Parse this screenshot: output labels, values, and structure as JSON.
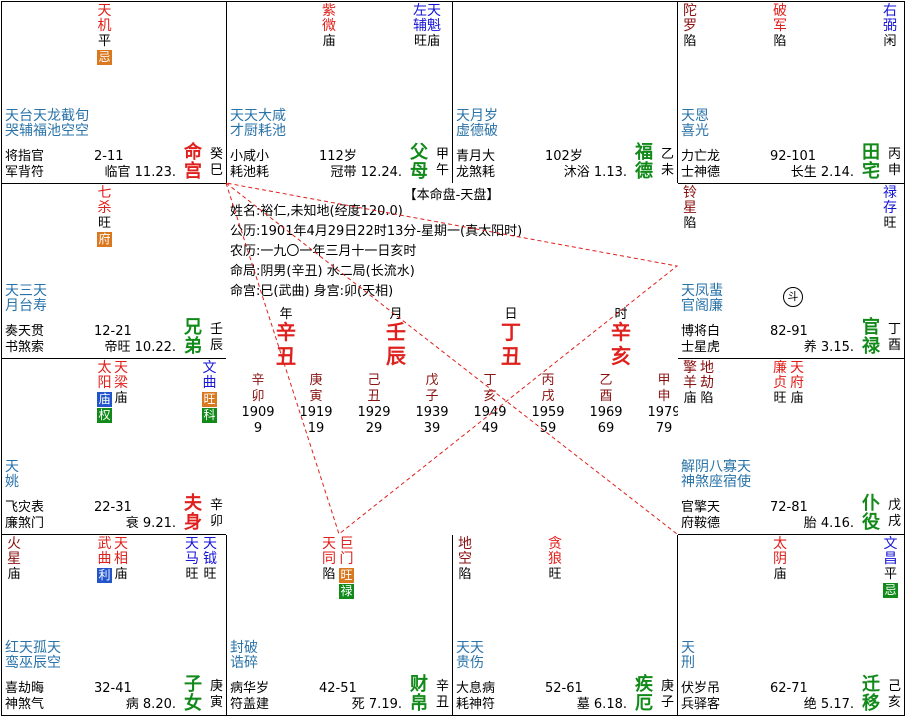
{
  "colors": {
    "red": "#e0201c",
    "blue": "#1515d8",
    "teal": "#2a73a8",
    "green": "#118a1a",
    "orange": "#d9781f",
    "lavender": "#2255cc"
  },
  "palaces": {
    "si": {
      "stars": [
        {
          "t": "天机",
          "c": "red",
          "b": "平",
          "h": "忌",
          "hc": "orange"
        }
      ],
      "minor": [
        "天哭",
        "台天",
        "天辅",
        "龙福",
        "截池",
        "旬空",
        "空"
      ],
      "minor_cols": [
        [
          "天",
          "哭"
        ],
        [
          "台",
          "辅"
        ],
        [
          "天",
          "福"
        ],
        [
          "龙",
          "池"
        ],
        [
          "截",
          "空"
        ],
        [
          "旬",
          "空"
        ]
      ],
      "row1": "将指官",
      "row1b": "2-11",
      "row2": "军背符",
      "row2b": "临官 11.23.",
      "palace": [
        "命",
        "宫"
      ],
      "gz": [
        "癸",
        "巳"
      ],
      "pc": "red"
    },
    "wu": {
      "stars": [
        {
          "t": "紫微",
          "c": "red",
          "b": "庙"
        },
        {
          "t": "左天辅魁",
          "c": "blue",
          "b": "旺庙"
        }
      ],
      "minor_cols": [
        [
          "天",
          "才"
        ],
        [
          "天",
          "厨"
        ],
        [
          "大",
          "耗"
        ],
        [
          "咸",
          "池"
        ]
      ],
      "row1": "小咸小",
      "row1b": "112岁",
      "row2": "耗池耗",
      "row2b": "冠带 12.24.",
      "palace": [
        "父",
        "母"
      ],
      "gz": [
        "甲",
        "午"
      ],
      "pc": "green"
    },
    "wei": {
      "stars": [],
      "minor_cols": [
        [
          "天",
          "虚"
        ],
        [
          "月",
          "德"
        ],
        [
          "岁",
          "破"
        ]
      ],
      "row1": "青月大",
      "row1b": "102岁",
      "row2": "龙煞耗",
      "row2b": "沐浴 1.13.",
      "palace": [
        "福",
        "德"
      ],
      "gz": [
        "乙",
        "未"
      ],
      "pc": "green"
    },
    "shen": {
      "stars": [
        {
          "t": "陀罗",
          "c": "dkred",
          "b": "陷"
        },
        {
          "t": "破军",
          "c": "red",
          "b": "陷"
        },
        {
          "t": "右弼",
          "c": "blue",
          "b": "闲"
        }
      ],
      "minor_cols": [
        [
          "天",
          "喜"
        ],
        [
          "恩",
          "光"
        ]
      ],
      "row1": "力亡龙",
      "row1b": "92-101",
      "row2": "士神德",
      "row2b": "长生 2.14.",
      "palace": [
        "田",
        "宅"
      ],
      "gz": [
        "丙",
        "申"
      ],
      "pc": "green"
    },
    "chen": {
      "stars": [
        {
          "t": "七杀",
          "c": "red",
          "b": "旺",
          "h": "府",
          "hc": "orange"
        }
      ],
      "minor_cols": [
        [
          "天",
          "月"
        ],
        [
          "三",
          "台"
        ],
        [
          "天",
          "寿"
        ]
      ],
      "row1": "奏天贯",
      "row1b": "12-21",
      "row2": "书煞索",
      "row2b": "帝旺 10.22.",
      "palace": [
        "兄",
        "弟"
      ],
      "gz": [
        "壬",
        "辰"
      ],
      "pc": "green"
    },
    "you": {
      "stars": [
        {
          "t": "铃星",
          "c": "dkred",
          "b": "陷"
        },
        {
          "t": "禄存",
          "c": "blue",
          "b": "旺"
        }
      ],
      "minor_cols": [
        [
          "天",
          "官"
        ],
        [
          "凤",
          "阁"
        ],
        [
          "蜚",
          "廉"
        ]
      ],
      "row1": "博将白",
      "row1b": "82-91",
      "row2": "士星虎",
      "row2b": "养 3.15.",
      "palace": [
        "官",
        "禄"
      ],
      "gz": [
        "丁",
        "酉"
      ],
      "pc": "green",
      "dou": "斗"
    },
    "mao": {
      "stars": [
        {
          "t": "太阳",
          "c": "red",
          "b": "",
          "h": "庙",
          "hc": "lavender",
          "h2": "权",
          "h2c": "green"
        },
        {
          "t": "天梁",
          "c": "red",
          "b": "庙"
        },
        {
          "t": "文曲",
          "c": "blue",
          "b": "",
          "h": "旺",
          "hc": "orange",
          "h2": "科",
          "h2c": "green"
        }
      ],
      "minor_cols": [
        [
          "天",
          "姚"
        ]
      ],
      "row1": "飞灾表",
      "row1b": "22-31",
      "row2": "廉煞门",
      "row2b": "衰 9.21.",
      "palace": [
        "夫",
        "身"
      ],
      "gz": [
        "辛",
        "卯"
      ],
      "pc": "red"
    },
    "xu": {
      "stars": [
        {
          "t": "擎羊",
          "c": "dkred",
          "b": "庙"
        },
        {
          "t": "地劫",
          "c": "dkred",
          "b": "陷"
        },
        {
          "t": "廉贞",
          "c": "red",
          "b": "旺"
        },
        {
          "t": "天府",
          "c": "red",
          "b": "庙"
        }
      ],
      "minor_cols": [
        [
          "解",
          "神"
        ],
        [
          "阴",
          "煞"
        ],
        [
          "八",
          "座"
        ],
        [
          "寡",
          "宿"
        ],
        [
          "天",
          "使"
        ]
      ],
      "row1": "官擎天",
      "row1b": "72-81",
      "row2": "府鞍德",
      "row2b": "胎 4.16.",
      "palace": [
        "仆",
        "役"
      ],
      "gz": [
        "戊",
        "戌"
      ],
      "pc": "green"
    },
    "yin": {
      "stars": [
        {
          "t": "火星",
          "c": "dkred",
          "b": "庙"
        },
        {
          "t": "武曲",
          "c": "red",
          "b": "",
          "h": "利",
          "hc": "lavender"
        },
        {
          "t": "天相",
          "c": "red",
          "b": "庙"
        },
        {
          "t": "天马",
          "c": "blue",
          "b": "旺"
        },
        {
          "t": "天钺",
          "c": "blue",
          "b": "旺"
        }
      ],
      "minor_cols": [
        [
          "红",
          "鸾"
        ],
        [
          "天",
          "巫"
        ],
        [
          "孤",
          "辰"
        ],
        [
          "天",
          "空"
        ]
      ],
      "row1": "喜劫晦",
      "row1b": "32-41",
      "row2": "神煞气",
      "row2b": "病 8.20.",
      "palace": [
        "子",
        "女"
      ],
      "gz": [
        "庚",
        "寅"
      ],
      "pc": "green"
    },
    "chou": {
      "stars": [
        {
          "t": "天同",
          "c": "red",
          "b": "陷"
        },
        {
          "t": "巨门",
          "c": "red",
          "b": "",
          "h": "旺",
          "hc": "orange",
          "h2": "禄",
          "h2c": "green"
        }
      ],
      "minor_cols": [
        [
          "封",
          "诰"
        ],
        [
          "破",
          "碎"
        ]
      ],
      "row1": "病华岁",
      "row1b": "42-51",
      "row2": "符盖建",
      "row2b": "死 7.19.",
      "palace": [
        "财",
        "帛"
      ],
      "gz": [
        "辛",
        "丑"
      ],
      "pc": "green"
    },
    "zi": {
      "stars": [
        {
          "t": "地空",
          "c": "dkred",
          "b": "陷"
        },
        {
          "t": "贪狼",
          "c": "red",
          "b": "旺"
        }
      ],
      "minor_cols": [
        [
          "天",
          "贵"
        ],
        [
          "天",
          "伤"
        ]
      ],
      "row1": "大息病",
      "row1b": "52-61",
      "row2": "耗神符",
      "row2b": "墓 6.18.",
      "palace": [
        "疾",
        "厄"
      ],
      "gz": [
        "庚",
        "子"
      ],
      "pc": "green"
    },
    "hai": {
      "stars": [
        {
          "t": "太阴",
          "c": "red",
          "b": "庙"
        },
        {
          "t": "文昌",
          "c": "blue",
          "b": "平",
          "h": "忌",
          "hc": "green"
        }
      ],
      "minor_cols": [
        [
          "天",
          "刑"
        ]
      ],
      "row1": "伏岁吊",
      "row1b": "62-71",
      "row2": "兵驿客",
      "row2b": "绝 5.17.",
      "palace": [
        "迁",
        "移"
      ],
      "gz": [
        "己",
        "亥"
      ],
      "pc": "green"
    }
  },
  "center": {
    "title": "【本命盘-天盘】",
    "lines": [
      "姓名:裕仁,未知地(经度120.0)",
      "公历:1901年4月29日22时13分-星期一(真太阳时)",
      "农历:一九〇一年三月十一日亥时",
      "命局:阴男(辛丑)    水二局(长流水)",
      "命宫:巳(武曲)         身宫:卯(天相)"
    ],
    "pillar_labels": [
      "年",
      "月",
      "日",
      "时"
    ],
    "pillars": [
      [
        "辛",
        "丑"
      ],
      [
        "壬",
        "辰"
      ],
      [
        "丁",
        "丑"
      ],
      [
        "辛",
        "亥"
      ]
    ],
    "dayun": [
      [
        "辛",
        "卯",
        "1909",
        "9"
      ],
      [
        "庚",
        "寅",
        "1919",
        "19"
      ],
      [
        "己",
        "丑",
        "1929",
        "29"
      ],
      [
        "戊",
        "子",
        "1939",
        "39"
      ],
      [
        "丁",
        "亥",
        "1949",
        "49"
      ],
      [
        "丙",
        "戌",
        "1959",
        "59"
      ],
      [
        "乙",
        "酉",
        "1969",
        "69"
      ],
      [
        "甲",
        "申",
        "1979",
        "79"
      ]
    ]
  }
}
